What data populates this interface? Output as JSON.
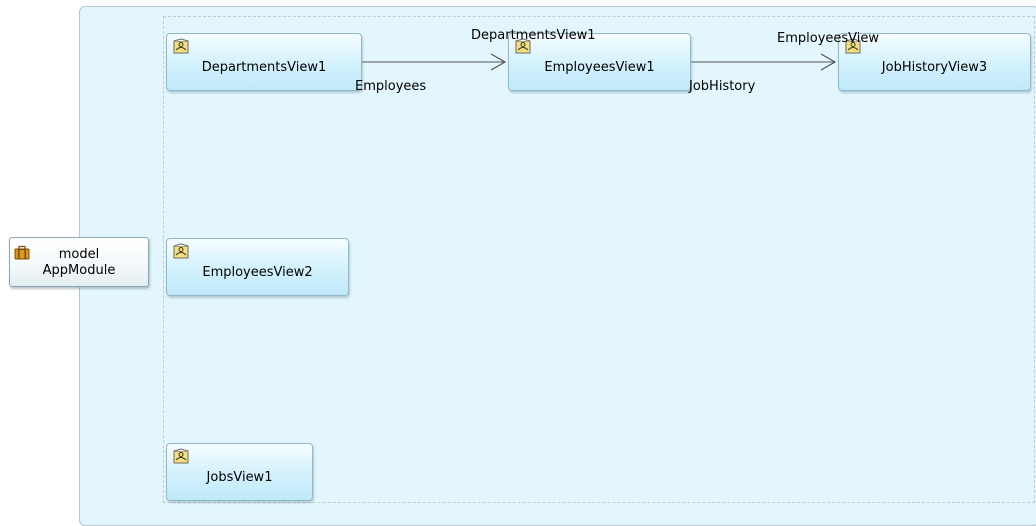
{
  "app_module": {
    "line1": "model",
    "line2": "AppModule",
    "icon": "briefcase-icon"
  },
  "view_objects": {
    "departments_view1": "DepartmentsView1",
    "employees_view1": "EmployeesView1",
    "job_history_view3": "JobHistoryView3",
    "employees_view2": "EmployeesView2",
    "jobs_view1": "JobsView1"
  },
  "links": {
    "dept_to_emp_source": "DepartmentsView1",
    "dept_to_emp_destination": "Employees",
    "emp_to_job_source": "EmployeesView",
    "emp_to_job_destination": "JobHistory"
  },
  "colors": {
    "container_bg": "#e3f6fd",
    "node_gradient_top": "#f6fdff",
    "node_gradient_bottom": "#bfe9fa",
    "node_border": "#93b8c6",
    "link_stroke": "#555555"
  }
}
